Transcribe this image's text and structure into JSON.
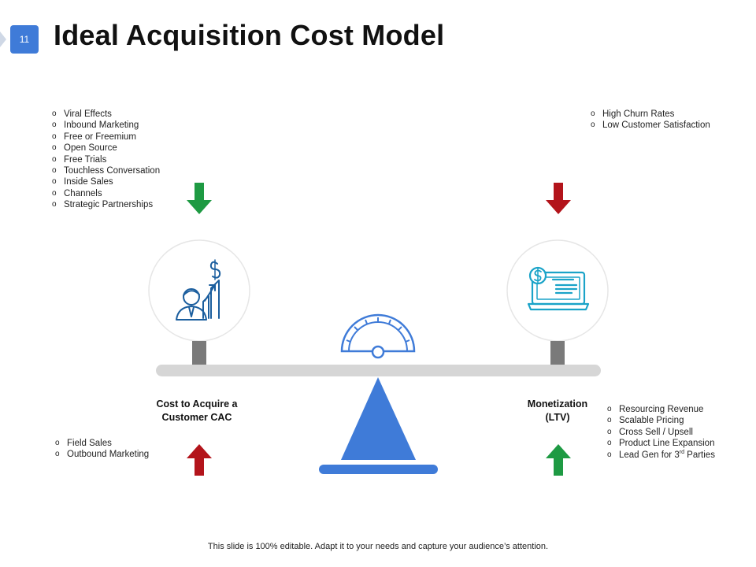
{
  "slide": {
    "number": "11",
    "title": "Ideal Acquisition Cost Model",
    "footer": "This slide is 100% editable. Adapt it to your needs and capture your audience’s attention."
  },
  "left": {
    "top_list": [
      "Viral Effects",
      "Inbound Marketing",
      "Free or Freemium",
      "Open Source",
      "Free Trials",
      "Touchless Conversation",
      "Inside Sales",
      "Channels",
      "Strategic Partnerships"
    ],
    "label_line1": "Cost to Acquire a",
    "label_line2": "Customer CAC",
    "bottom_list": [
      "Field Sales",
      "Outbound Marketing"
    ]
  },
  "right": {
    "top_list": [
      "High Churn Rates",
      "Low Customer Satisfaction"
    ],
    "label_line1": "Monetization",
    "label_line2": "(LTV)",
    "bottom_list": [
      "Resourcing Revenue",
      "Scalable Pricing",
      "Cross Sell / Upsell",
      "Product Line Expansion"
    ],
    "bottom_last_prefix": "Lead Gen for 3",
    "bottom_last_sup": "rd",
    "bottom_last_suffix": " Parties"
  },
  "colors": {
    "accent_blue": "#3f7bd8",
    "icon_blue": "#1b5e9e",
    "icon_teal": "#1aa3c8",
    "arrow_green": "#1e9a43",
    "arrow_red": "#b3141b",
    "beam_gray": "#d6d6d6",
    "post_gray": "#7a7a7a"
  },
  "icons": {
    "badge_notch": "badge-notch",
    "left_circle": "businessman-growth-icon",
    "right_circle": "laptop-dollar-icon",
    "gauge": "speedometer-icon",
    "arrows": [
      "arrow-down-icon",
      "arrow-up-icon"
    ]
  }
}
